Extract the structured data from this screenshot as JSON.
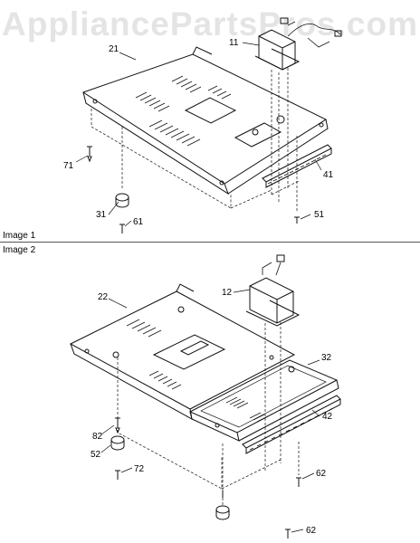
{
  "watermark": "AppliancePartsPros.com",
  "captions": {
    "image1": "Image 1",
    "image2": "Image 2"
  },
  "parts": {
    "p21": "21",
    "p11": "11",
    "p71": "71",
    "p41": "41",
    "p31": "31",
    "p61": "61",
    "p51": "51",
    "p22": "22",
    "p12": "12",
    "p32": "32",
    "p42": "42",
    "p82": "82",
    "p52": "52",
    "p72": "72",
    "p62a": "62",
    "p62b": "62"
  }
}
